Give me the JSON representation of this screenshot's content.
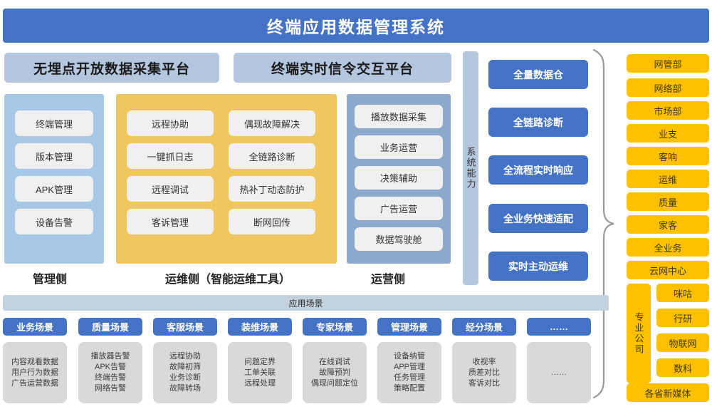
{
  "banner": {
    "title": "终端应用数据管理系统"
  },
  "platform_headers": [
    {
      "label": "无埋点开放数据采集平台"
    },
    {
      "label": "终端实时信令交互平台"
    }
  ],
  "columns": {
    "manage": {
      "side_label": "管理侧",
      "items": [
        "终端管理",
        "版本管理",
        "APK管理",
        "设备告警"
      ]
    },
    "ops": {
      "side_label": "运维侧（智能运维工具）",
      "left_items": [
        "远程协助",
        "一键抓日志",
        "远程调试",
        "客诉管理"
      ],
      "right_items": [
        "偶现故障解决",
        "全链路诊断",
        "热补丁动态防护",
        "断网回传"
      ]
    },
    "business": {
      "side_label": "运营侧",
      "items": [
        "播放数据采集",
        "业务运营",
        "决策辅助",
        "广告运营",
        "数据驾驶舱"
      ]
    }
  },
  "system_capability": {
    "label": "系统能力"
  },
  "capability_buttons": [
    "全量数据仓",
    "全链路诊断",
    "全流程实时响应",
    "全业务快速适配",
    "实时主动运维"
  ],
  "right_sidebar": {
    "top_items": [
      "网管部",
      "网络部",
      "市场部",
      "业支",
      "客响",
      "运维",
      "质量",
      "家客",
      "全业务",
      "云网中心"
    ],
    "group_label": "专业公司",
    "group_items": [
      "咪咕",
      "行研",
      "物联网",
      "数科"
    ],
    "bottom_item": "各省新媒体"
  },
  "scenarios": {
    "bar_label": "应用场景",
    "cards": [
      {
        "title": "业务场景",
        "lines": [
          "内容观看数据",
          "用户行为数据",
          "广告运营数据"
        ]
      },
      {
        "title": "质量场景",
        "lines": [
          "播放器告警",
          "APK告警",
          "终端告警",
          "网络告警"
        ]
      },
      {
        "title": "客服场景",
        "lines": [
          "远程协助",
          "故障初筛",
          "业务诊断",
          "故障转场"
        ]
      },
      {
        "title": "装维场景",
        "lines": [
          "问题定界",
          "工单关联",
          "远程处理"
        ]
      },
      {
        "title": "专家场景",
        "lines": [
          "在线调试",
          "故障预判",
          "偶现问题定位"
        ]
      },
      {
        "title": "管理场景",
        "lines": [
          "设备纳管",
          "APP管理",
          "任务管理",
          "策略配置"
        ]
      },
      {
        "title": "经分场景",
        "lines": [
          "收视率",
          "质差对比",
          "客诉对比"
        ]
      },
      {
        "title": "……",
        "lines": [
          "……"
        ]
      }
    ]
  },
  "colors": {
    "brand_blue": "#4472C4",
    "header_blue_gray": "#B4C7DE",
    "panel_manage_blue": "#A7C7E7",
    "panel_ops_yellow": "#EFC75E",
    "panel_biz_blue": "#8CA9CE",
    "sidebar_yellow": "#FFC000",
    "chip_gray": "#F0F0F0",
    "card_gray": "#D9D9D9",
    "scen_bar_gray": "#C3D2DC"
  }
}
